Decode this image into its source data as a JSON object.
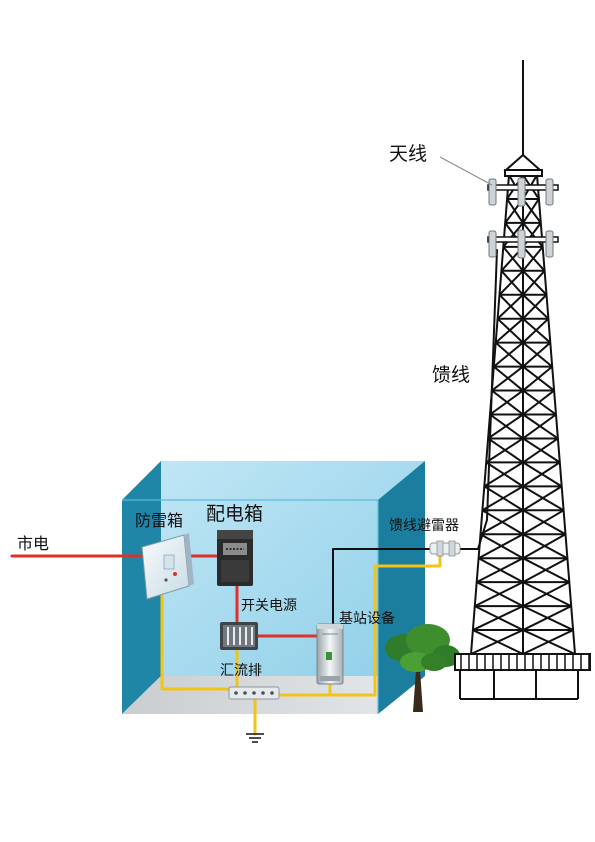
{
  "labels": {
    "antenna": "天线",
    "feeder": "馈线",
    "feeder_arrester": "馈线避雷器",
    "mains": "市电",
    "lightning_box": "防雷箱",
    "distribution_box": "配电箱",
    "switching_power": "开关电源",
    "base_station": "基站设备",
    "busbar": "汇流排"
  },
  "colors": {
    "room_wall": "#4fb3d6",
    "room_dark": "#1b7e9e",
    "room_back": "#a9dcef",
    "floor": "#d9dde0",
    "power_line": "#e0302a",
    "ground_line": "#f2c318",
    "signal_line": "#111111",
    "tower": "#111111",
    "tree": "#3f8e2e"
  }
}
